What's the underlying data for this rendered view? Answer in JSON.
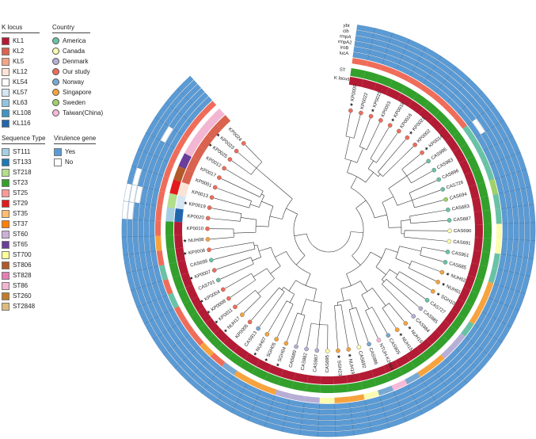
{
  "legends": {
    "k_locus": {
      "title": "K locus",
      "items": [
        {
          "label": "KL1",
          "color": "#b31b34"
        },
        {
          "label": "KL2",
          "color": "#d9634f"
        },
        {
          "label": "KL5",
          "color": "#f2a486"
        },
        {
          "label": "KL12",
          "color": "#fbe3d6"
        },
        {
          "label": "KL54",
          "color": "#ffffff"
        },
        {
          "label": "KL57",
          "color": "#d5e6f2"
        },
        {
          "label": "KL63",
          "color": "#94c3de"
        },
        {
          "label": "KL108",
          "color": "#4393c3"
        },
        {
          "label": "KL116",
          "color": "#2166ac"
        }
      ]
    },
    "country": {
      "title": "Country",
      "items": [
        {
          "label": "America",
          "color": "#69c2a5"
        },
        {
          "label": "Canada",
          "color": "#fcfcb0"
        },
        {
          "label": "Denmark",
          "color": "#b7aed6"
        },
        {
          "label": "Our study",
          "color": "#ef6c5a"
        },
        {
          "label": "Norway",
          "color": "#78a9d2"
        },
        {
          "label": "Singapore",
          "color": "#f6a33e"
        },
        {
          "label": "Sweden",
          "color": "#9fd167"
        },
        {
          "label": "Taiwan(China)",
          "color": "#f6b9d8"
        }
      ]
    },
    "sequence_type": {
      "title": "Sequence Type",
      "items": [
        {
          "label": "ST111",
          "color": "#a6cee3"
        },
        {
          "label": "ST133",
          "color": "#1f78b4"
        },
        {
          "label": "ST218",
          "color": "#b2df8a"
        },
        {
          "label": "ST23",
          "color": "#33a02c"
        },
        {
          "label": "ST25",
          "color": "#fb9a99"
        },
        {
          "label": "ST29",
          "color": "#e31a1c"
        },
        {
          "label": "ST35",
          "color": "#fdbf6f"
        },
        {
          "label": "ST37",
          "color": "#ff7f00"
        },
        {
          "label": "ST60",
          "color": "#cab2d6"
        },
        {
          "label": "ST65",
          "color": "#6a3d9a"
        },
        {
          "label": "ST700",
          "color": "#ffff99"
        },
        {
          "label": "ST806",
          "color": "#b15928"
        },
        {
          "label": "ST828",
          "color": "#e47fb4"
        },
        {
          "label": "ST86",
          "color": "#f2b6d2"
        },
        {
          "label": "ST260",
          "color": "#c07c2e"
        },
        {
          "label": "ST2848",
          "color": "#dcbc7c"
        }
      ]
    },
    "virulence": {
      "title": "Virulence gene",
      "items": [
        {
          "label": "Yes",
          "color": "#5b9bd5"
        },
        {
          "label": "No",
          "color": "#ffffff"
        }
      ]
    }
  },
  "ring_labels": [
    "iucA",
    "iroB",
    "rmpA2",
    "rmpA",
    "clb",
    "ybt",
    "K locus",
    "ST"
  ],
  "tips": [
    {
      "label": "KP0009",
      "star": true,
      "country": "Our study",
      "k": "KL1",
      "st": "ST23"
    },
    {
      "label": "KP0022",
      "star": false,
      "country": "Our study",
      "k": "KL1",
      "st": "ST23"
    },
    {
      "label": "KP0015",
      "star": true,
      "country": "Our study",
      "k": "KL1",
      "st": "ST23"
    },
    {
      "label": "KP0003",
      "star": false,
      "country": "Our study",
      "k": "KL1",
      "st": "ST23"
    },
    {
      "label": "KP0018",
      "star": true,
      "country": "Our study",
      "k": "KL1",
      "st": "ST23"
    },
    {
      "label": "KP0016",
      "star": false,
      "country": "Our study",
      "k": "KL1",
      "st": "ST23"
    },
    {
      "label": "KP0021",
      "star": true,
      "country": "Our study",
      "k": "KL1",
      "st": "ST23"
    },
    {
      "label": "KP0002",
      "star": false,
      "country": "Our study",
      "k": "KL1",
      "st": "ST23"
    },
    {
      "label": "KP0014",
      "star": true,
      "country": "Our study",
      "k": "KL1",
      "st": "ST23"
    },
    {
      "label": "CAS986",
      "star": false,
      "country": "America",
      "k": "KL1",
      "st": "ST23"
    },
    {
      "label": "CAS983",
      "star": false,
      "country": "America",
      "k": "KL1",
      "st": "ST23"
    },
    {
      "label": "CAS696",
      "star": false,
      "country": "America",
      "k": "KL1",
      "st": "ST23"
    },
    {
      "label": "CAS726",
      "star": false,
      "country": "America",
      "k": "KL1",
      "st": "ST23"
    },
    {
      "label": "CAS694",
      "star": false,
      "country": "Sweden",
      "k": "KL1",
      "st": "ST23"
    },
    {
      "label": "CAS683",
      "star": false,
      "country": "America",
      "k": "KL1",
      "st": "ST23"
    },
    {
      "label": "CAS687",
      "star": false,
      "country": "America",
      "k": "KL1",
      "st": "ST23"
    },
    {
      "label": "CAS690",
      "star": false,
      "country": "Canada",
      "k": "KL1",
      "st": "ST23"
    },
    {
      "label": "CAS691",
      "star": false,
      "country": "Canada",
      "k": "KL1",
      "st": "ST23"
    },
    {
      "label": "CAS951",
      "star": false,
      "country": "America",
      "k": "KL1",
      "st": "ST23"
    },
    {
      "label": "CAS685",
      "star": false,
      "country": "America",
      "k": "KL1",
      "st": "ST23"
    },
    {
      "label": "NUH02",
      "star": true,
      "country": "Singapore",
      "k": "KL1",
      "st": "ST23"
    },
    {
      "label": "NUH01",
      "star": true,
      "country": "Singapore",
      "k": "KL1",
      "st": "ST23"
    },
    {
      "label": "SGH10",
      "star": true,
      "country": "Singapore",
      "k": "KL1",
      "st": "ST23"
    },
    {
      "label": "CAS727",
      "star": false,
      "country": "America",
      "k": "KL1",
      "st": "ST23"
    },
    {
      "label": "CAS985",
      "star": false,
      "country": "Denmark",
      "k": "KL1",
      "st": "ST23"
    },
    {
      "label": "CAS984",
      "star": false,
      "country": "Denmark",
      "k": "KL1",
      "st": "ST23"
    },
    {
      "label": "NUH16",
      "star": true,
      "country": "Singapore",
      "k": "KL1",
      "st": "ST23"
    },
    {
      "label": "NUH15",
      "star": true,
      "country": "Singapore",
      "k": "KL1",
      "st": "ST23"
    },
    {
      "label": "CAS905",
      "star": false,
      "country": "Norway",
      "k": "KL1",
      "st": "ST23"
    },
    {
      "label": "NTUH-K2044",
      "star": false,
      "country": "Taiwan(China)",
      "k": "KL1",
      "st": "ST23"
    },
    {
      "label": "CAS986",
      "star": false,
      "country": "Norway",
      "k": "KL1",
      "st": "ST23"
    },
    {
      "label": "CAS692",
      "star": false,
      "country": "Canada",
      "k": "KL1",
      "st": "ST23"
    },
    {
      "label": "NUH19",
      "star": true,
      "country": "Singapore",
      "k": "KL1",
      "st": "ST23"
    },
    {
      "label": "SGH23",
      "star": true,
      "country": "Singapore",
      "k": "KL1",
      "st": "ST23"
    },
    {
      "label": "CAS695",
      "star": false,
      "country": "Canada",
      "k": "KL1",
      "st": "ST23"
    },
    {
      "label": "CAS987",
      "star": false,
      "country": "Denmark",
      "k": "KL1",
      "st": "ST23"
    },
    {
      "label": "CAS982",
      "star": false,
      "country": "Denmark",
      "k": "KL1",
      "st": "ST23"
    },
    {
      "label": "CAS689",
      "star": false,
      "country": "Denmark",
      "k": "KL1",
      "st": "ST23"
    },
    {
      "label": "SGH04",
      "star": true,
      "country": "Singapore",
      "k": "KL1",
      "st": "ST23"
    },
    {
      "label": "SGH05",
      "star": true,
      "country": "Singapore",
      "k": "KL1",
      "st": "ST23"
    },
    {
      "label": "NUH07",
      "star": true,
      "country": "Singapore",
      "k": "KL1",
      "st": "ST23"
    },
    {
      "label": "CAS913",
      "star": false,
      "country": "Norway",
      "k": "KL1",
      "st": "ST23"
    },
    {
      "label": "KP0005",
      "star": false,
      "country": "Our study",
      "k": "KL1",
      "st": "ST23"
    },
    {
      "label": "NUH17",
      "star": true,
      "country": "Singapore",
      "k": "KL1",
      "st": "ST23"
    },
    {
      "label": "KP0011",
      "star": true,
      "country": "Our study",
      "k": "KL1",
      "st": "ST23"
    },
    {
      "label": "KP0008",
      "star": true,
      "country": "Our study",
      "k": "KL1",
      "st": "ST23"
    },
    {
      "label": "KP0004",
      "star": true,
      "country": "Our study",
      "k": "KL1",
      "st": "ST23"
    },
    {
      "label": "CAS701",
      "star": false,
      "country": "America",
      "k": "KL1",
      "st": "ST23"
    },
    {
      "label": "KP0007",
      "star": true,
      "country": "Our study",
      "k": "KL1",
      "st": "ST23"
    },
    {
      "label": "CAS699",
      "star": false,
      "country": "America",
      "k": "KL1",
      "st": "ST23"
    },
    {
      "label": "KP0006",
      "star": true,
      "country": "Our study",
      "k": "KL1",
      "st": "ST23"
    },
    {
      "label": "NUH08",
      "star": true,
      "country": "Singapore",
      "k": "KL1",
      "st": "ST23"
    },
    {
      "label": "KP0010",
      "star": false,
      "country": "Our study",
      "k": "KL1",
      "st": "ST23"
    },
    {
      "label": "KP0020",
      "star": false,
      "country": "Our study",
      "k": "KL116",
      "st": "ST111"
    },
    {
      "label": "KP0019",
      "star": true,
      "country": "Our study",
      "k": "KL57",
      "st": "ST218"
    },
    {
      "label": "KP0013",
      "star": false,
      "country": "Our study",
      "k": "KL12",
      "st": "ST29"
    },
    {
      "label": "KP0001",
      "star": false,
      "country": "Our study",
      "k": "KL2",
      "st": "ST806"
    },
    {
      "label": "KP0017",
      "star": false,
      "country": "Our study",
      "k": "KL2",
      "st": "ST65"
    },
    {
      "label": "KP0012",
      "star": false,
      "country": "Our study",
      "k": "KL2",
      "st": "ST86"
    },
    {
      "label": "KP0025",
      "star": true,
      "country": "Our study",
      "k": "KL2",
      "st": "ST86"
    },
    {
      "label": "KP0023",
      "star": true,
      "country": "Our study",
      "k": "KL2",
      "st": "ST86"
    },
    {
      "label": "KP0024",
      "star": false,
      "country": "Our study",
      "k": "KL2",
      "st": "ST86"
    }
  ]
}
